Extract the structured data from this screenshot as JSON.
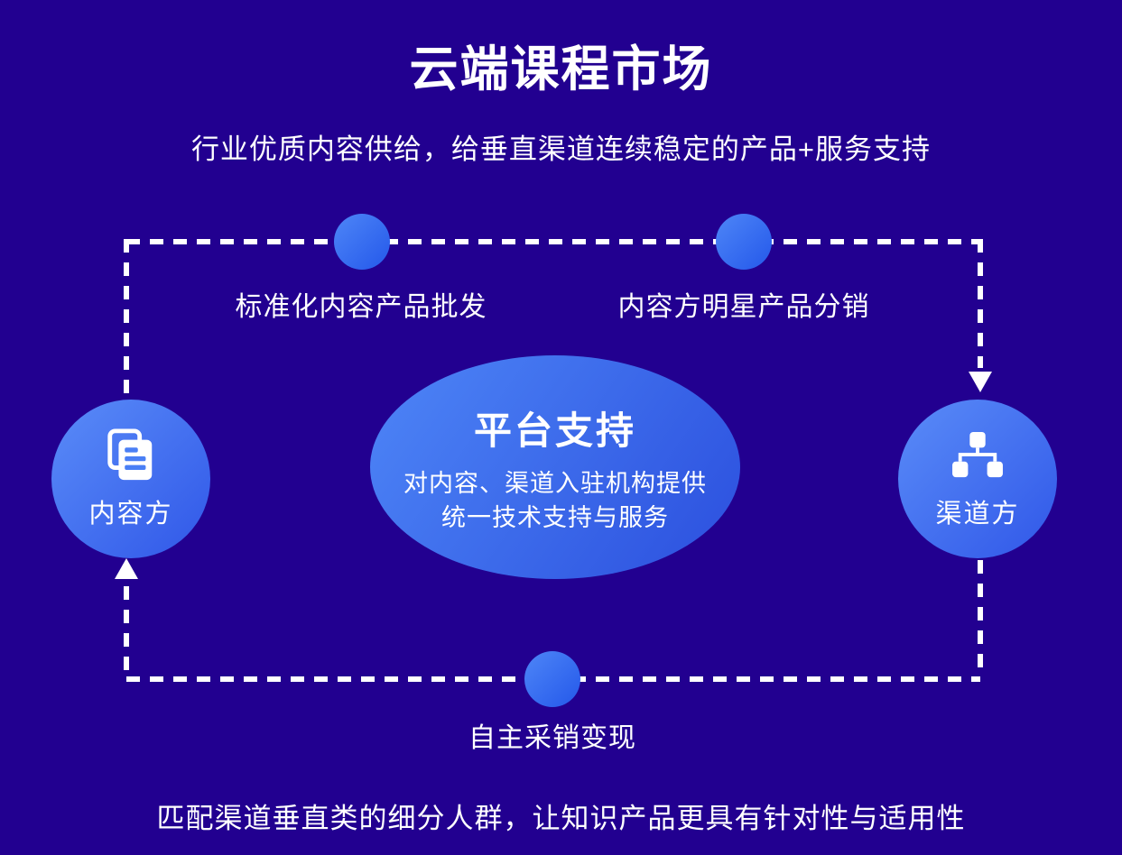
{
  "header": {
    "title": "云端课程市场",
    "subtitle": "行业优质内容供给，给垂直渠道连续稳定的产品+服务支持"
  },
  "flow": {
    "top_left_label": "标准化内容产品批发",
    "top_right_label": "内容方明星产品分销",
    "bottom_label": "自主采销变现",
    "center": {
      "title": "平台支持",
      "line1": "对内容、渠道入驻机构提供",
      "line2": "统一技术支持与服务"
    },
    "left_node": {
      "label": "内容方",
      "icon": "documents-icon"
    },
    "right_node": {
      "label": "渠道方",
      "icon": "sitemap-icon"
    }
  },
  "footer": {
    "text": "匹配渠道垂直类的细分人群，让知识产品更具有针对性与适用性"
  },
  "colors": {
    "background": "#220090",
    "node_gradient_start": "#5A8CF8",
    "node_gradient_end": "#3057E8",
    "ellipse_gradient_start": "#4E86F7",
    "ellipse_gradient_end": "#2B4FDE",
    "dash_line": "#FFFFFF",
    "text": "#FFFFFF",
    "icon_line_blue": "#4A7FF5"
  }
}
